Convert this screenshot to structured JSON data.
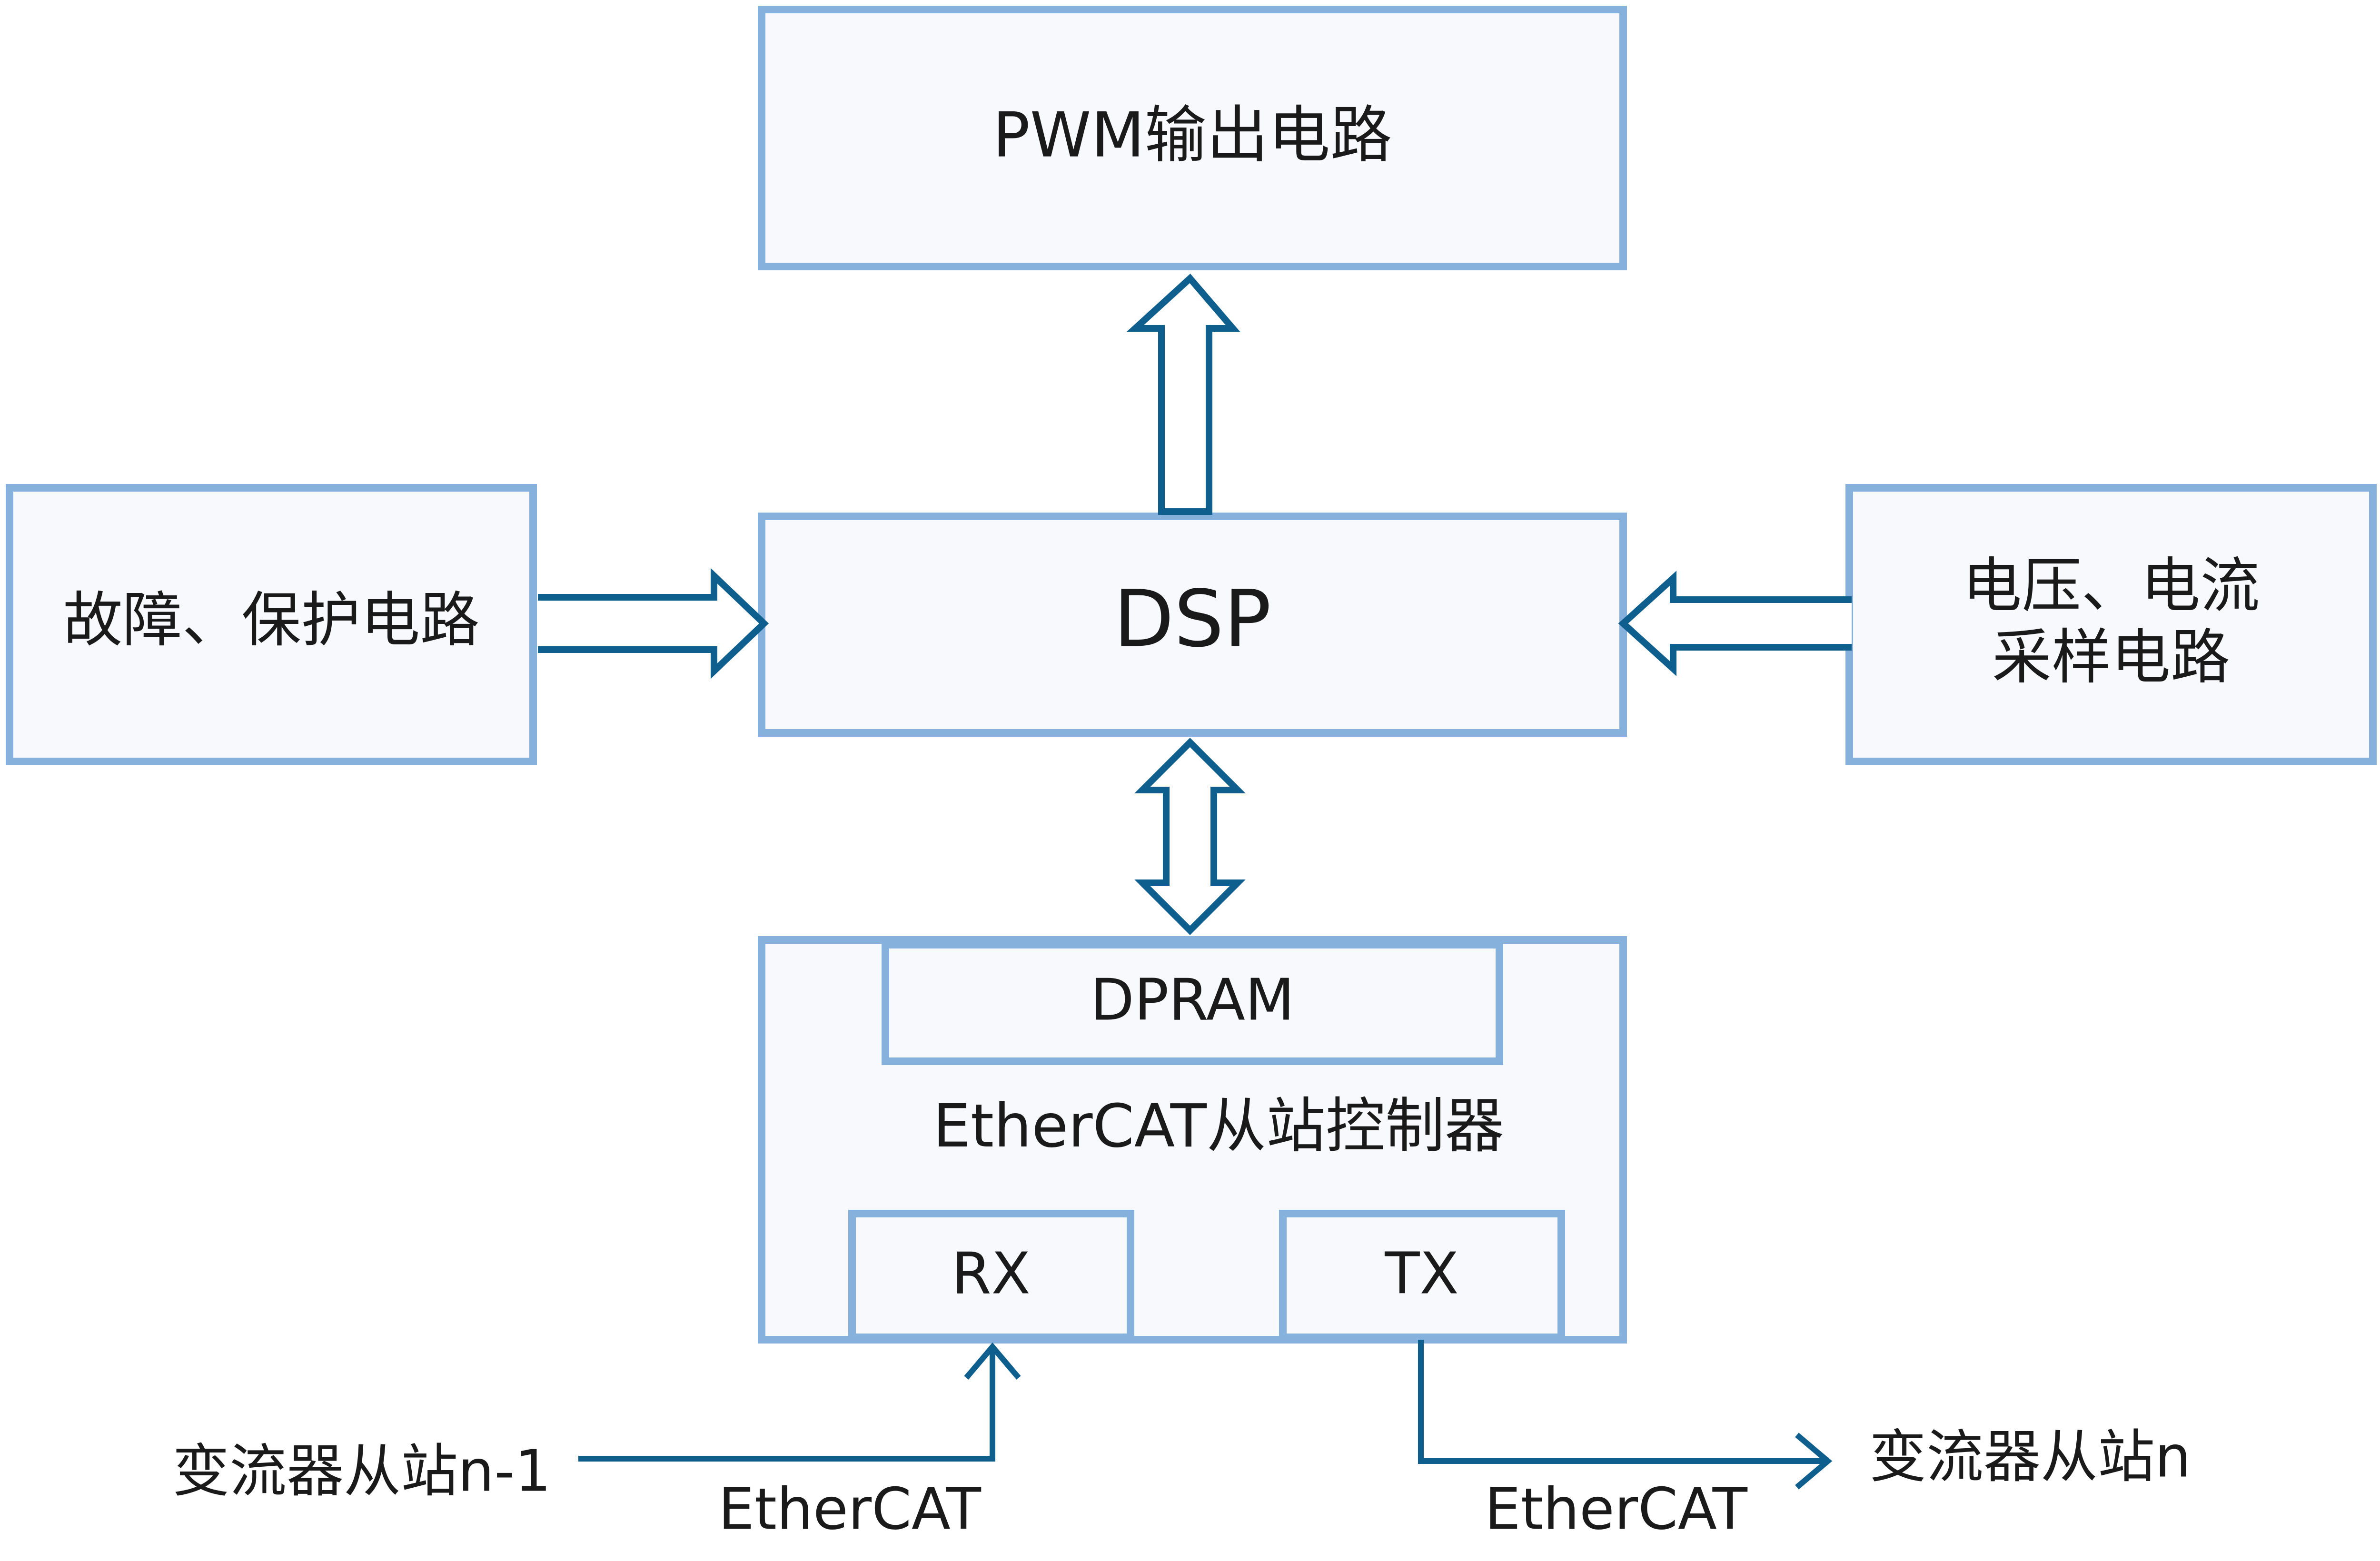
{
  "blocks": {
    "pwm": "PWM输出电路",
    "dsp": "DSP",
    "fault_line1": "故障、保护电路",
    "sampling_line1": "电压、电流",
    "sampling_line2": "采样电路",
    "dpram": "DPRAM",
    "ethercat_controller": "EtherCAT从站控制器",
    "rx": "RX",
    "tx": "TX"
  },
  "connections": {
    "prev_station": "变流器从站n-1",
    "next_station": "变流器从站n",
    "bus_left": "EtherCAT",
    "bus_right": "EtherCAT"
  },
  "colors": {
    "box_border": "#85b1dc",
    "box_fill": "#f7f9fd",
    "arrow": "#0e5e8e"
  }
}
